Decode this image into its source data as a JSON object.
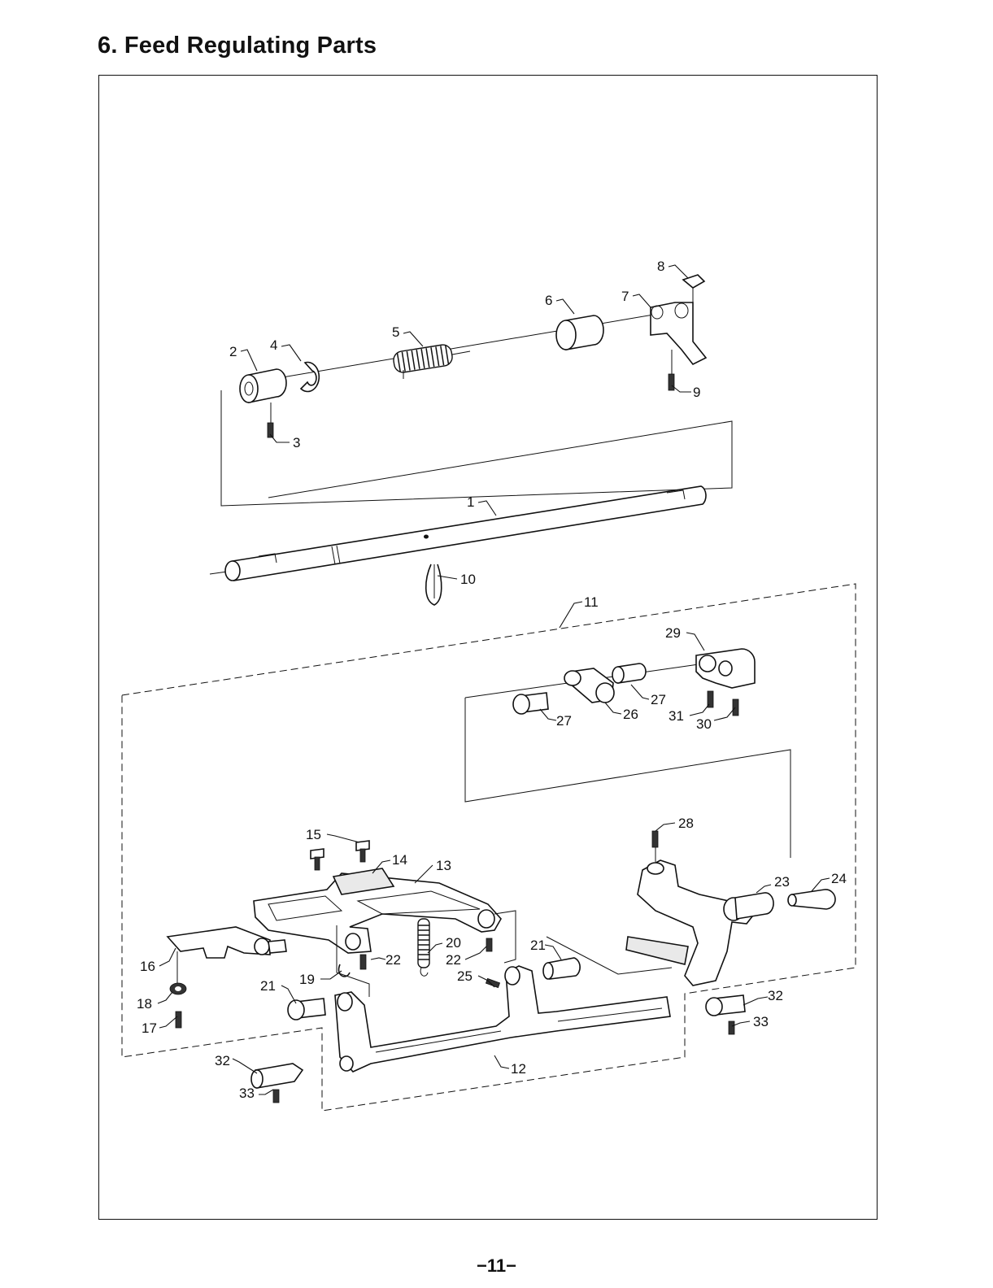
{
  "page": {
    "title": "6. Feed Regulating Parts",
    "page_number": "−11−"
  },
  "callouts": [
    {
      "id": "c1",
      "text": "1"
    },
    {
      "id": "c2",
      "text": "2"
    },
    {
      "id": "c3",
      "text": "3"
    },
    {
      "id": "c4",
      "text": "4"
    },
    {
      "id": "c5",
      "text": "5"
    },
    {
      "id": "c6",
      "text": "6"
    },
    {
      "id": "c7",
      "text": "7"
    },
    {
      "id": "c8",
      "text": "8"
    },
    {
      "id": "c9",
      "text": "9"
    },
    {
      "id": "c10",
      "text": "10"
    },
    {
      "id": "c11",
      "text": "11"
    },
    {
      "id": "c12",
      "text": "12"
    },
    {
      "id": "c13",
      "text": "13"
    },
    {
      "id": "c14",
      "text": "14"
    },
    {
      "id": "c15",
      "text": "15"
    },
    {
      "id": "c16",
      "text": "16"
    },
    {
      "id": "c17",
      "text": "17"
    },
    {
      "id": "c18",
      "text": "18"
    },
    {
      "id": "c19",
      "text": "19"
    },
    {
      "id": "c20",
      "text": "20"
    },
    {
      "id": "c21a",
      "text": "21"
    },
    {
      "id": "c21b",
      "text": "21"
    },
    {
      "id": "c22a",
      "text": "22"
    },
    {
      "id": "c22b",
      "text": "22"
    },
    {
      "id": "c23",
      "text": "23"
    },
    {
      "id": "c24",
      "text": "24"
    },
    {
      "id": "c25",
      "text": "25"
    },
    {
      "id": "c26",
      "text": "26"
    },
    {
      "id": "c27a",
      "text": "27"
    },
    {
      "id": "c27b",
      "text": "27"
    },
    {
      "id": "c28",
      "text": "28"
    },
    {
      "id": "c29",
      "text": "29"
    },
    {
      "id": "c30",
      "text": "30"
    },
    {
      "id": "c31",
      "text": "31"
    },
    {
      "id": "c32a",
      "text": "32"
    },
    {
      "id": "c32b",
      "text": "32"
    },
    {
      "id": "c33a",
      "text": "33"
    },
    {
      "id": "c33b",
      "text": "33"
    }
  ]
}
